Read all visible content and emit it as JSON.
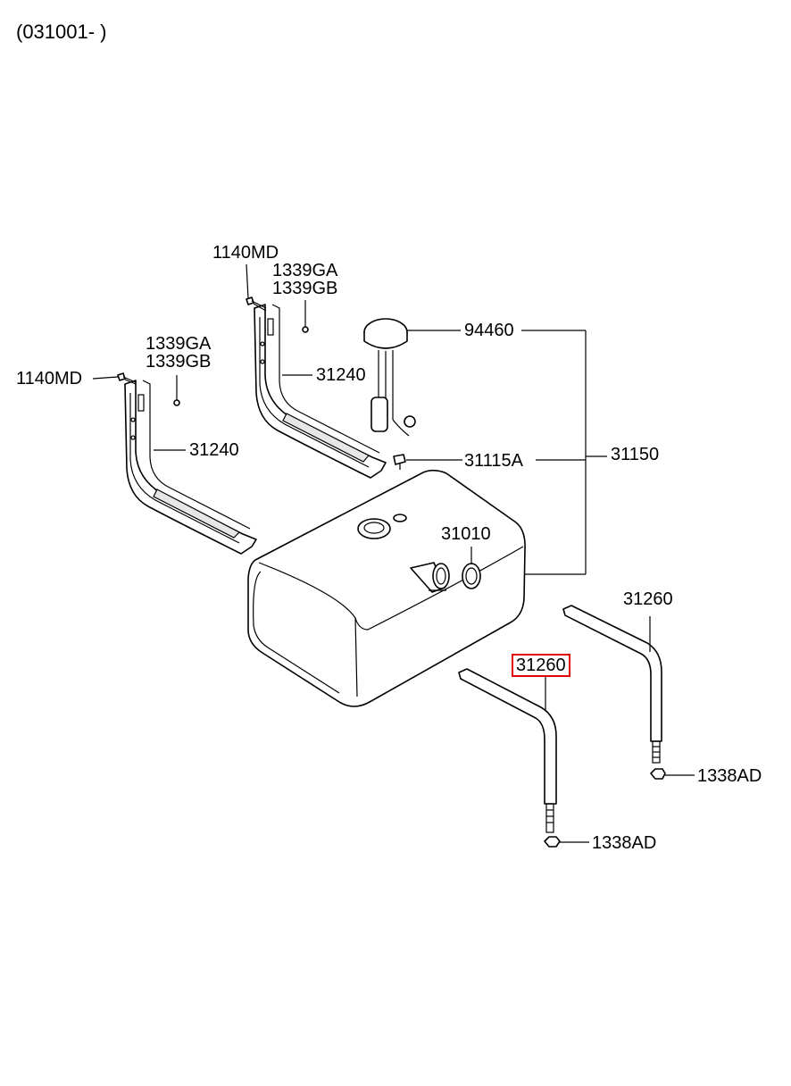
{
  "header": {
    "code": "(031001- )"
  },
  "labels": {
    "bolt_left": "1140MD",
    "bolt_top": "1140MD",
    "clip_left_a": "1339GA",
    "clip_left_b": "1339GB",
    "clip_top_a": "1339GA",
    "clip_top_b": "1339GB",
    "bracket_left": "31240",
    "bracket_top": "31240",
    "sender": "94460",
    "plug": "31115A",
    "tank_assy": "31150",
    "filler_cap": "31010",
    "strap_right": "31260",
    "strap_center": "31260",
    "nut_right": "1338AD",
    "nut_center": "1338AD"
  },
  "highlight": {
    "part": "31260",
    "color": "#e00000"
  }
}
